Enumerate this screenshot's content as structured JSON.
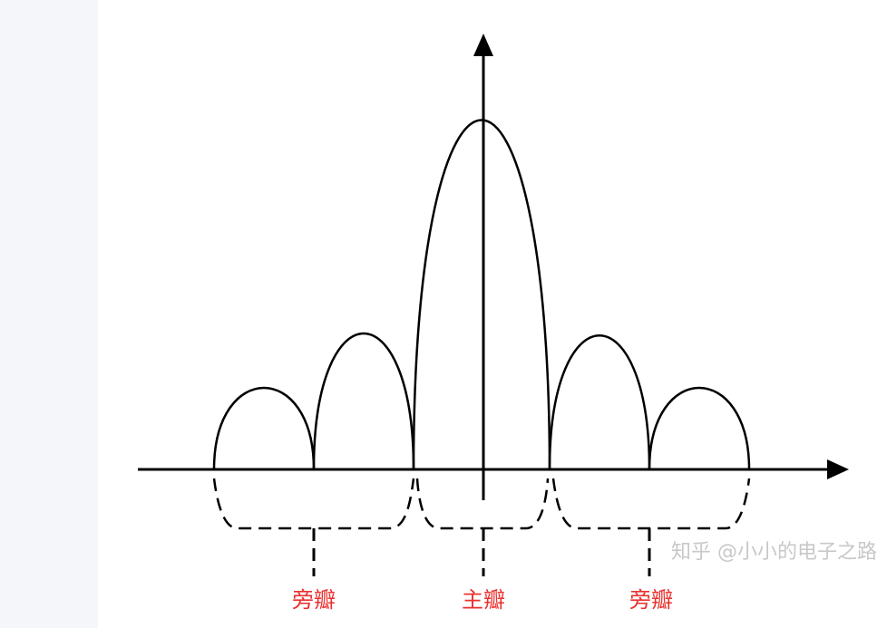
{
  "diagram": {
    "labels": {
      "left_side_lobe": "旁瓣",
      "main_lobe": "主瓣",
      "right_side_lobe": "旁瓣"
    },
    "watermark": "知乎 @小小的电子之路",
    "colors": {
      "label": "#e8312f",
      "line": "#000000",
      "sidebar": "#f5f6fa"
    }
  }
}
